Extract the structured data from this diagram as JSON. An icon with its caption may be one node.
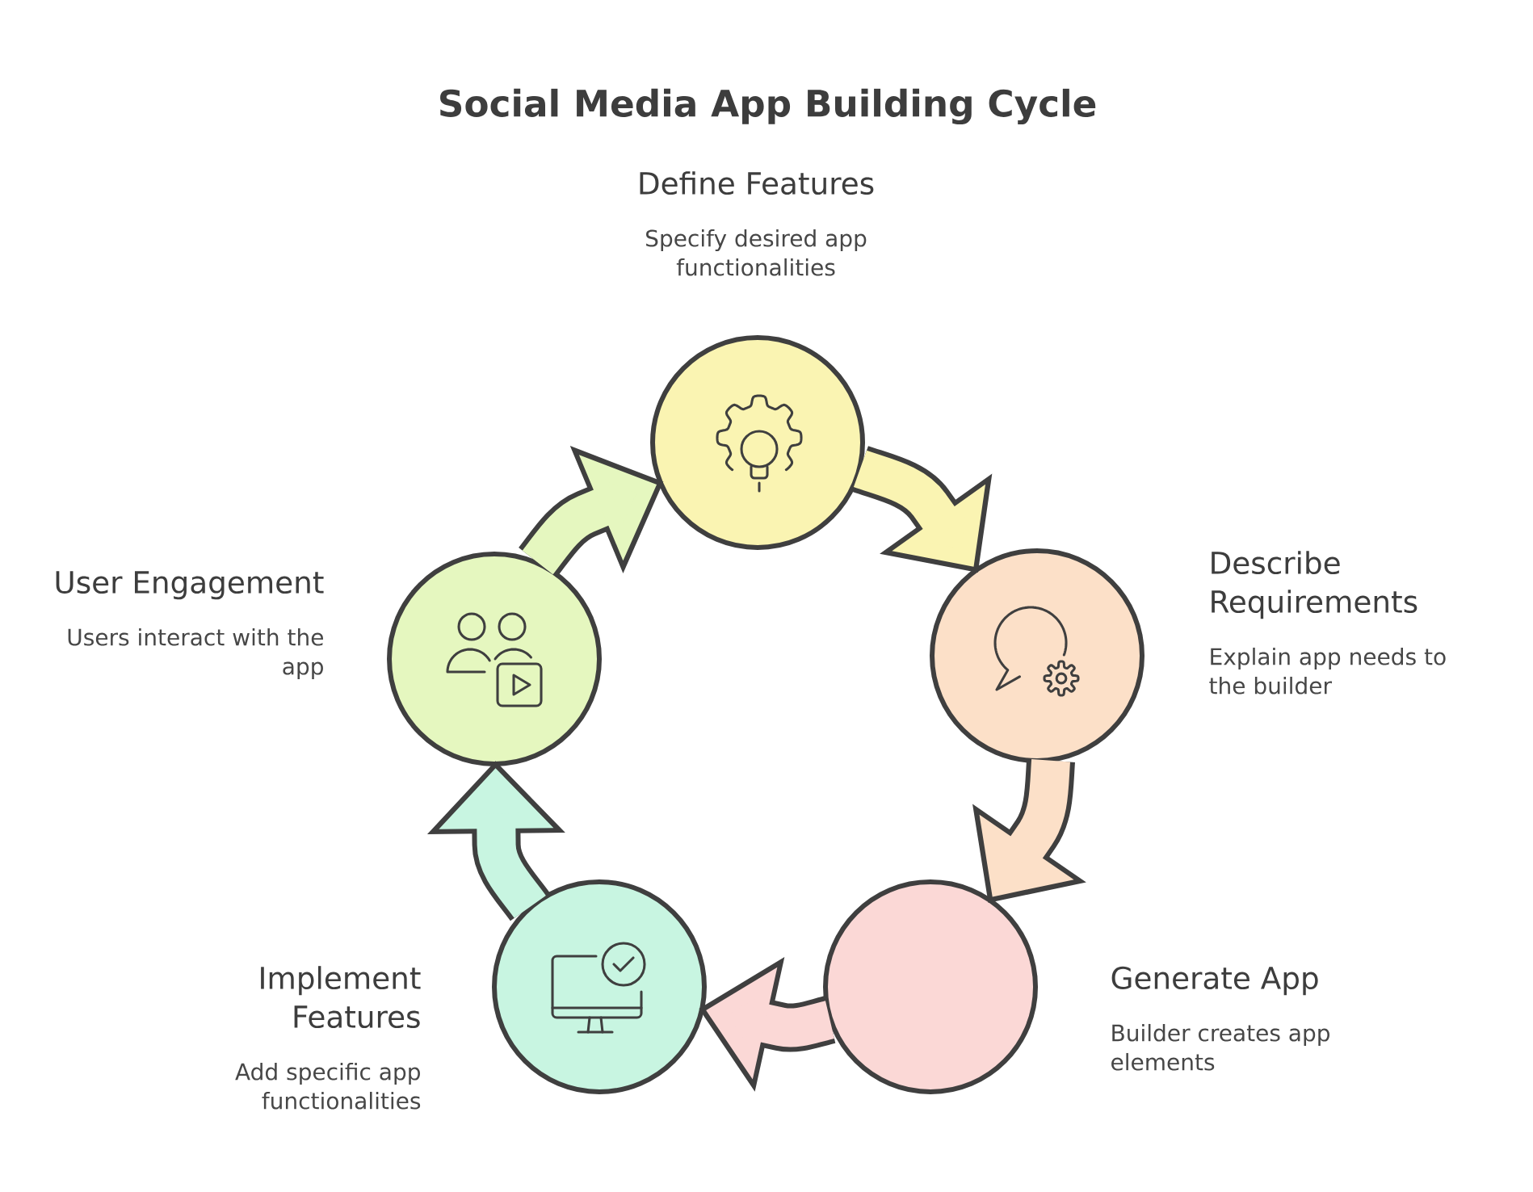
{
  "diagram": {
    "title": "Social Media App Building Cycle",
    "nodes": [
      {
        "text": [
          "Define Features",
          "Specify desired app functionalities"
        ]
      },
      {
        "text": [
          "Describe Requirements",
          "Explain app needs to the builder"
        ]
      },
      {
        "text": [
          "Generate App",
          "Builder creates app elements"
        ]
      },
      {
        "text": [
          "Implement Features",
          "Add specific app functionalities"
        ]
      },
      {
        "text": [
          "User Engagement",
          "Users interact with the app"
        ]
      }
    ],
    "edges": [
      {
        "from": 0,
        "to": 1,
        "arrow": "to"
      },
      {
        "from": 1,
        "to": 2,
        "arrow": "to"
      },
      {
        "from": 2,
        "to": 3,
        "arrow": "to"
      },
      {
        "from": 3,
        "to": 4,
        "arrow": "to"
      },
      {
        "from": 4,
        "to": 0,
        "arrow": "to"
      }
    ]
  }
}
